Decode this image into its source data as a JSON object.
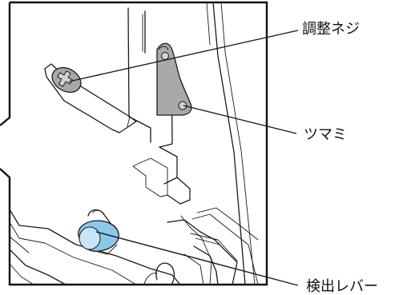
{
  "labels": {
    "adjust_screw": "調整ネジ",
    "knob": "ツマミ",
    "detect_lever": "検出レバー"
  },
  "colors": {
    "frame": "#111111",
    "metal_gray": "#a9a9a9",
    "lever_blue": "#8cc8ea",
    "lever_blue_light": "#c6e6f8",
    "line": "#1a1a1a"
  },
  "icons": {
    "adjust_screw": "cross-slot-screw-icon",
    "knob": "knob-icon",
    "detect_lever": "lever-knob-icon"
  }
}
